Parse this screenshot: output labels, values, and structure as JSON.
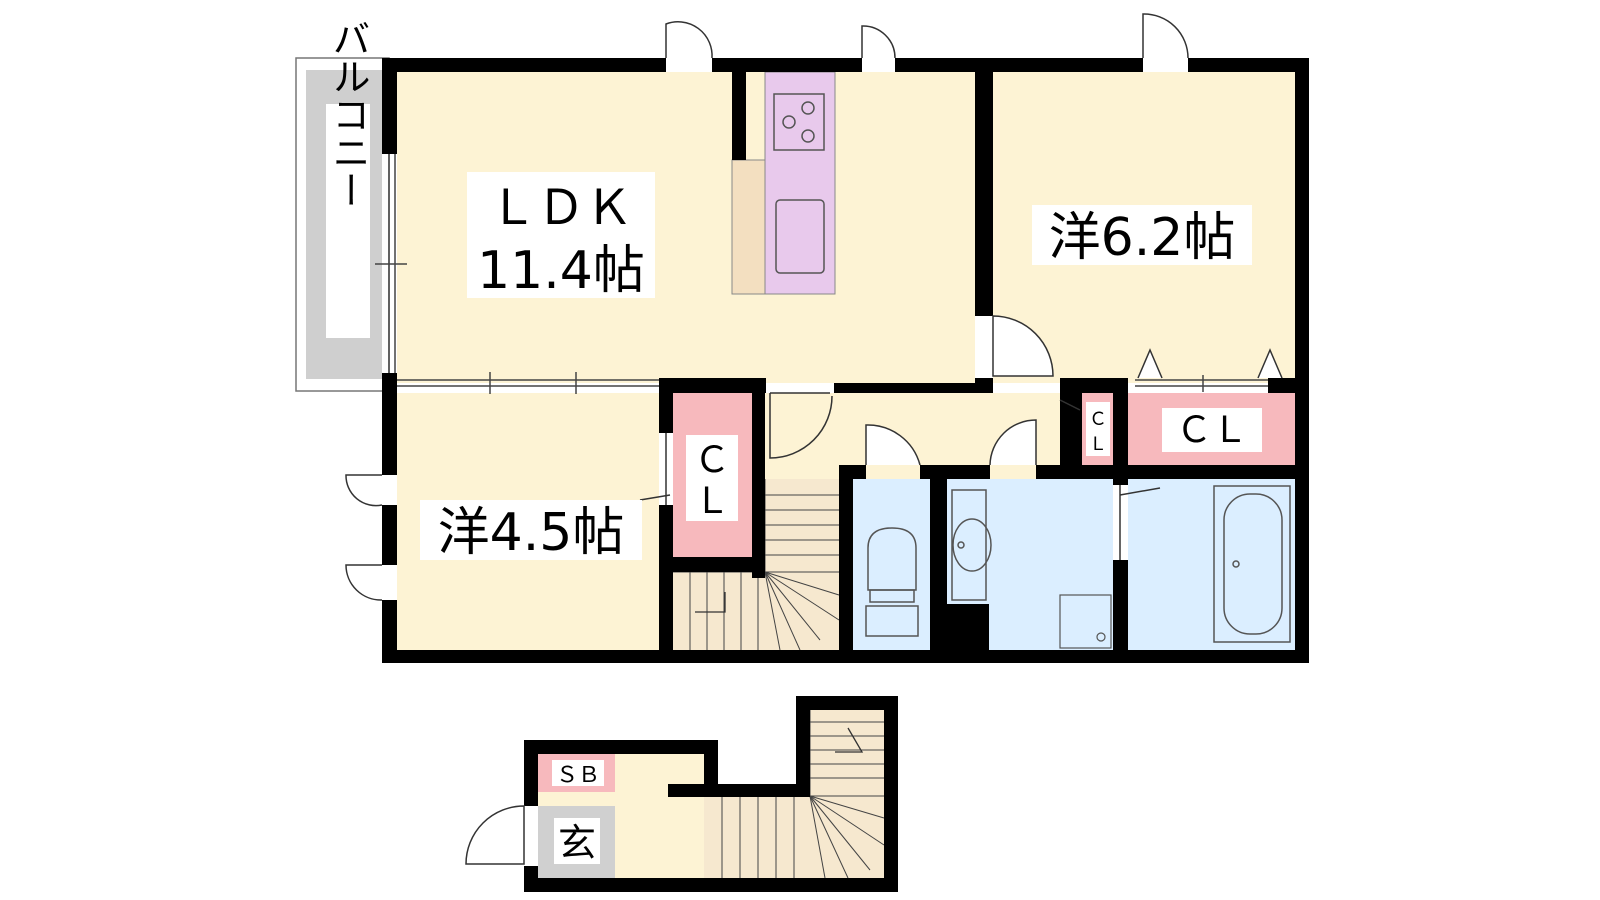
{
  "labels": {
    "balcony": "バルコニー",
    "ldk_name": "ＬＤＫ",
    "ldk_size": "11.4帖",
    "western_62": "洋6.2帖",
    "western_45": "洋4.5帖",
    "closet": "ＣＬ",
    "closet_c": "Ｃ",
    "closet_l": "Ｌ",
    "shoe_box": "ＳＢ",
    "entrance": "玄"
  },
  "colors": {
    "wall": "#000000",
    "room": "#fdf3d4",
    "wet_area": "#dbeeff",
    "closet": "#f7b9bd",
    "kitchen": "#e8c9ec",
    "counter": "#f3dfc0",
    "balcony": "#cfcfcf",
    "stairs": "#f6e8cf",
    "entrance_floor": "#d0d0d0"
  }
}
